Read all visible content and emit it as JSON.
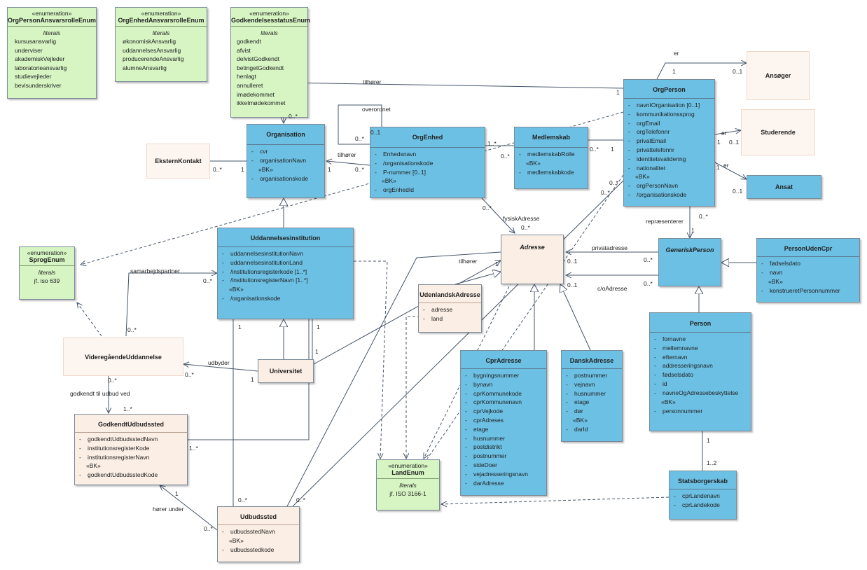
{
  "enums": [
    {
      "stereotype": "«enumeration»",
      "name": "OrgPersonAnsvarsrolleEnum",
      "literals_heading": "literals",
      "literals": [
        "kursusansvarlig",
        "underviser",
        "akademiskVejleder",
        "laboratorieansvarlig",
        "studievejleder",
        "bevisunderskriver"
      ]
    },
    {
      "stereotype": "«enumeration»",
      "name": "OrgEnhedAnsvarsrolleEnum",
      "literals_heading": "literals",
      "literals": [
        "økonomiskAnsvarlig",
        "uddannelsesAnsvarlig",
        "producerendeAnsvarlig",
        "alumneAnsvarlig"
      ]
    },
    {
      "stereotype": "«enumeration»",
      "name": "GodkendelsesstatusEnum",
      "literals_heading": "literals",
      "literals": [
        "godkendt",
        "afvist",
        "delvistGodkendt",
        "betingetGodkendt",
        "henlagt",
        "annulleret",
        "imødekommet",
        "ikkeImødekommet"
      ]
    },
    {
      "stereotype": "«enumeration»",
      "name": "SprogEnum",
      "literals_heading": "literals",
      "literals": [
        "jf. iso 639"
      ]
    },
    {
      "stereotype": "«enumeration»",
      "name": "LandEnum",
      "literals_heading": "literals",
      "literals": [
        "jf. ISO 3166-1"
      ]
    }
  ],
  "classes": {
    "organisation": {
      "name": "Organisation",
      "attrs": [
        "cvr",
        "organisationNavn"
      ],
      "bk_label": "«BK»",
      "bk": [
        "organisationskode"
      ]
    },
    "orgenhed": {
      "name": "OrgEnhed",
      "attrs": [
        "Enhedsnavn",
        "/organisationskode",
        "P-nummer [0..1]"
      ],
      "bk_label": "«BK»",
      "bk": [
        "orgEnhedId"
      ]
    },
    "medlemskab": {
      "name": "Medlemskab",
      "attrs": [
        "medlemskabRolle"
      ],
      "bk_label": "«BK»",
      "bk": [
        "medlemskabkode"
      ]
    },
    "orgperson": {
      "name": "OrgPerson",
      "attrs": [
        "navnIOrganisation [0..1]",
        "kommunikationssprog",
        "orgEmail",
        "orgTelefonnr",
        "privatEmail",
        "privattelefonnr",
        "identitetsvalidering",
        "nationalitet"
      ],
      "bk_label": "«BK»",
      "bk": [
        "orgPersonNavn",
        "/organisationskode"
      ]
    },
    "ansoeger": {
      "name": "Ansøger"
    },
    "studerende": {
      "name": "Studerende"
    },
    "ansat": {
      "name": "Ansat"
    },
    "eksternkontakt": {
      "name": "EksternKontakt"
    },
    "uddannelsesinstitution": {
      "name": "Uddannelsesinstitution",
      "attrs": [
        "uddannelsesinstitutionNavn",
        "uddannelsesinstitutionLand",
        "/institutionsregisterkode [1..*]",
        "/institutionsregisterNavn [1..*]"
      ],
      "bk_label": "«BK»",
      "bk": [
        "/organisationskode"
      ]
    },
    "adresse": {
      "name": "Adresse"
    },
    "generiskperson": {
      "name": "GeneriskPerson"
    },
    "personudencpr": {
      "name": "PersonUdenCpr",
      "attrs": [
        "fødselsdato",
        "navn"
      ],
      "bk_label": "«BK»",
      "bk": [
        "konstrueretPersonnummer"
      ]
    },
    "udenlandskadresse": {
      "name": "UdenlandskAdresse",
      "attrs": [
        "adresse",
        "land"
      ]
    },
    "videregaaende": {
      "name": "VideregåendeUddannelse"
    },
    "universitet": {
      "name": "Universitet"
    },
    "cpradresse": {
      "name": "CprAdresse",
      "attrs": [
        "bygningsnummer",
        "bynavn",
        "cprKommunekode",
        "cprKommunenavn",
        "cprVejkode",
        "cprAdreses",
        "etage",
        "husnummer",
        "postdistrikt",
        "postnummer",
        "sideDoer",
        "vejadresseringsnavn",
        "darAdresse"
      ]
    },
    "danskadresse": {
      "name": "DanskAdresse",
      "attrs": [
        "postnummer",
        "vejnavn",
        "husnummer",
        "etage",
        "dør"
      ],
      "bk_label": "«BK»",
      "bk": [
        "darId"
      ]
    },
    "person": {
      "name": "Person",
      "attrs": [
        "fornavne",
        "mellemnavne",
        "efternavn",
        "addresseringsnavn",
        "fødselsdato",
        "id",
        "navneOgAdressebeskyttelse"
      ],
      "bk_label": "«BK»",
      "bk": [
        "personnummer"
      ]
    },
    "godkendtudbudssted": {
      "name": "GodkendtUdbudssted",
      "attrs": [
        "godkendtUdbudsstedNavn",
        "institutionsregisterKode",
        "institutionsregisterNavn"
      ],
      "bk_label": "«BK»",
      "bk": [
        "godkendtUdbudsstedKode"
      ]
    },
    "statsborgerskab": {
      "name": "Statsborgerskab",
      "attrs": [
        "cprLandenavn",
        "cprLandekode"
      ]
    },
    "udbudssted": {
      "name": "Udbudssted",
      "attrs": [
        "udbudsstedNavn"
      ],
      "bk_label": "«BK»",
      "bk": [
        "udbudsstedkode"
      ]
    }
  },
  "labels": {
    "er_top": "er",
    "one_a": "1",
    "zero_one_a": "0..1",
    "tilhoerer_top": "tilhører",
    "one_b": "1",
    "zero_many_a": "0..*",
    "overordnet": "overordnet",
    "zero_one_b": "0..1",
    "zero_many_b": "0..*",
    "one_many_a": "1..*",
    "zero_many_c": "0..*",
    "zero_many_d": "0..*",
    "one_c": "1",
    "er_stud": "er",
    "one_d": "1",
    "zero_one_c": "0..1",
    "er_ansat": "er",
    "one_e": "1",
    "zero_one_d": "0..1",
    "zero_many_e": "0..*",
    "one_f": "1",
    "tilhoerer_mid": "tilhører",
    "zero_many_f": "0..*",
    "one_g": "1",
    "zero_many_g": "0..*",
    "fysiskAdresse": "fysiskAdresse",
    "zero_many_h": "0..*",
    "zero_many_i": "0..*",
    "zero_many_j": "0..*",
    "repraesenterer": "repræsenterer",
    "zero_many_k": "0..*",
    "one_h": "1",
    "privatadresse": "privatadresse",
    "zero_one_e": "0..1",
    "zero_many_l": "0..*",
    "coAdresse": "c/oAdresse",
    "zero_one_f": "0..1",
    "zero_many_m": "0..*",
    "tilhoerer_low": "tilhører",
    "one_i": "1",
    "samarbejdspartner": "samarbejdspartner",
    "zero_many_n": "0..*",
    "zero_many_o": "0..*",
    "one_j": "1",
    "one_k": "1",
    "one_l": "1",
    "udbyder": "udbyder",
    "zero_many_p": "0..*",
    "one_m": "1",
    "zero_many_q": "0..*",
    "godkendt_til_udbud_ved": "godkendt til udbud ved",
    "one_many_b": "1..*",
    "one_many_c": "1..*",
    "one_n": "1",
    "hoerer_under": "hører under",
    "zero_many_r": "0..*",
    "zero_many_s": "0..*",
    "zero_many_t": "0..*",
    "one_o": "1",
    "one_two": "1..2"
  },
  "colors": {
    "class_blue": "#6cc0e4",
    "enum_green": "#d6f5c3",
    "class_peach": "#fbeee4",
    "line": "#44556a"
  }
}
